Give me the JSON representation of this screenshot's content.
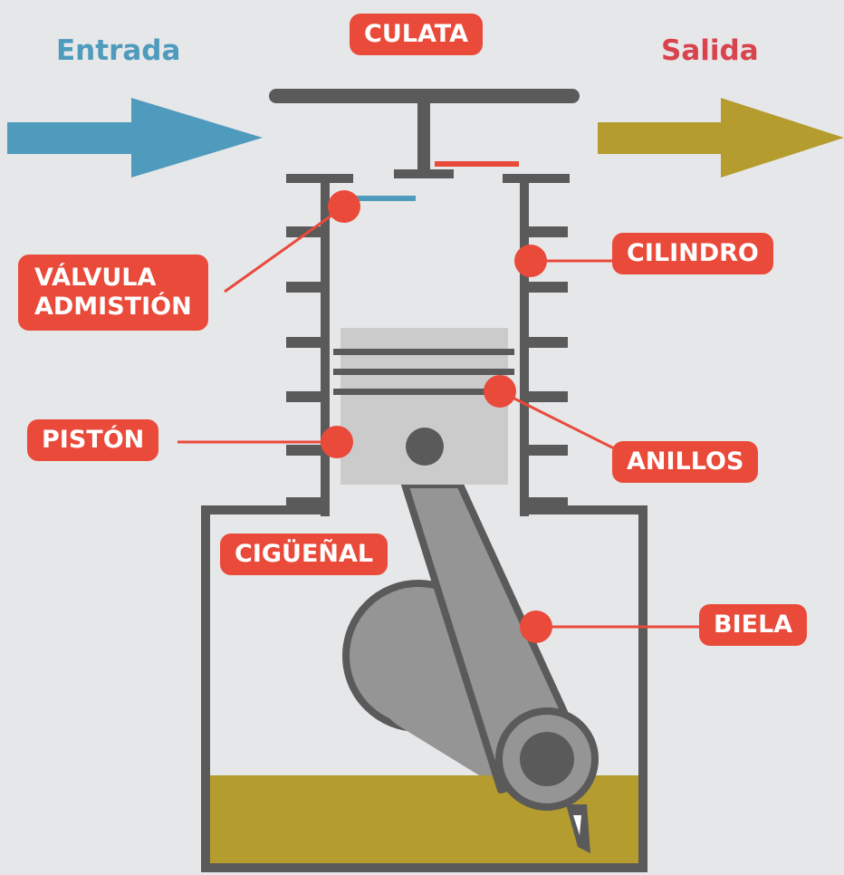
{
  "flow": {
    "intake_label": "Entrada",
    "exhaust_label": "Salida"
  },
  "labels": {
    "head": "CULATA",
    "cylinder": "CILINDRO",
    "intake_valve_line1": "VÁLVULA",
    "intake_valve_line2": "ADMISTIÓN",
    "piston": "PISTÓN",
    "rings": "ANILLOS",
    "crankshaft": "CIGÜEÑAL",
    "connecting_rod": "BIELA"
  },
  "colors": {
    "background": "#e6e7e9",
    "intake_blue": "#4f9bbd",
    "exhaust_olive": "#b59c2e",
    "oil": "#b59c2e",
    "label_red": "#e94a3a",
    "outline_grey": "#5a5a5a",
    "piston_grey": "#cbcbcb",
    "rod_grey": "#959595"
  }
}
